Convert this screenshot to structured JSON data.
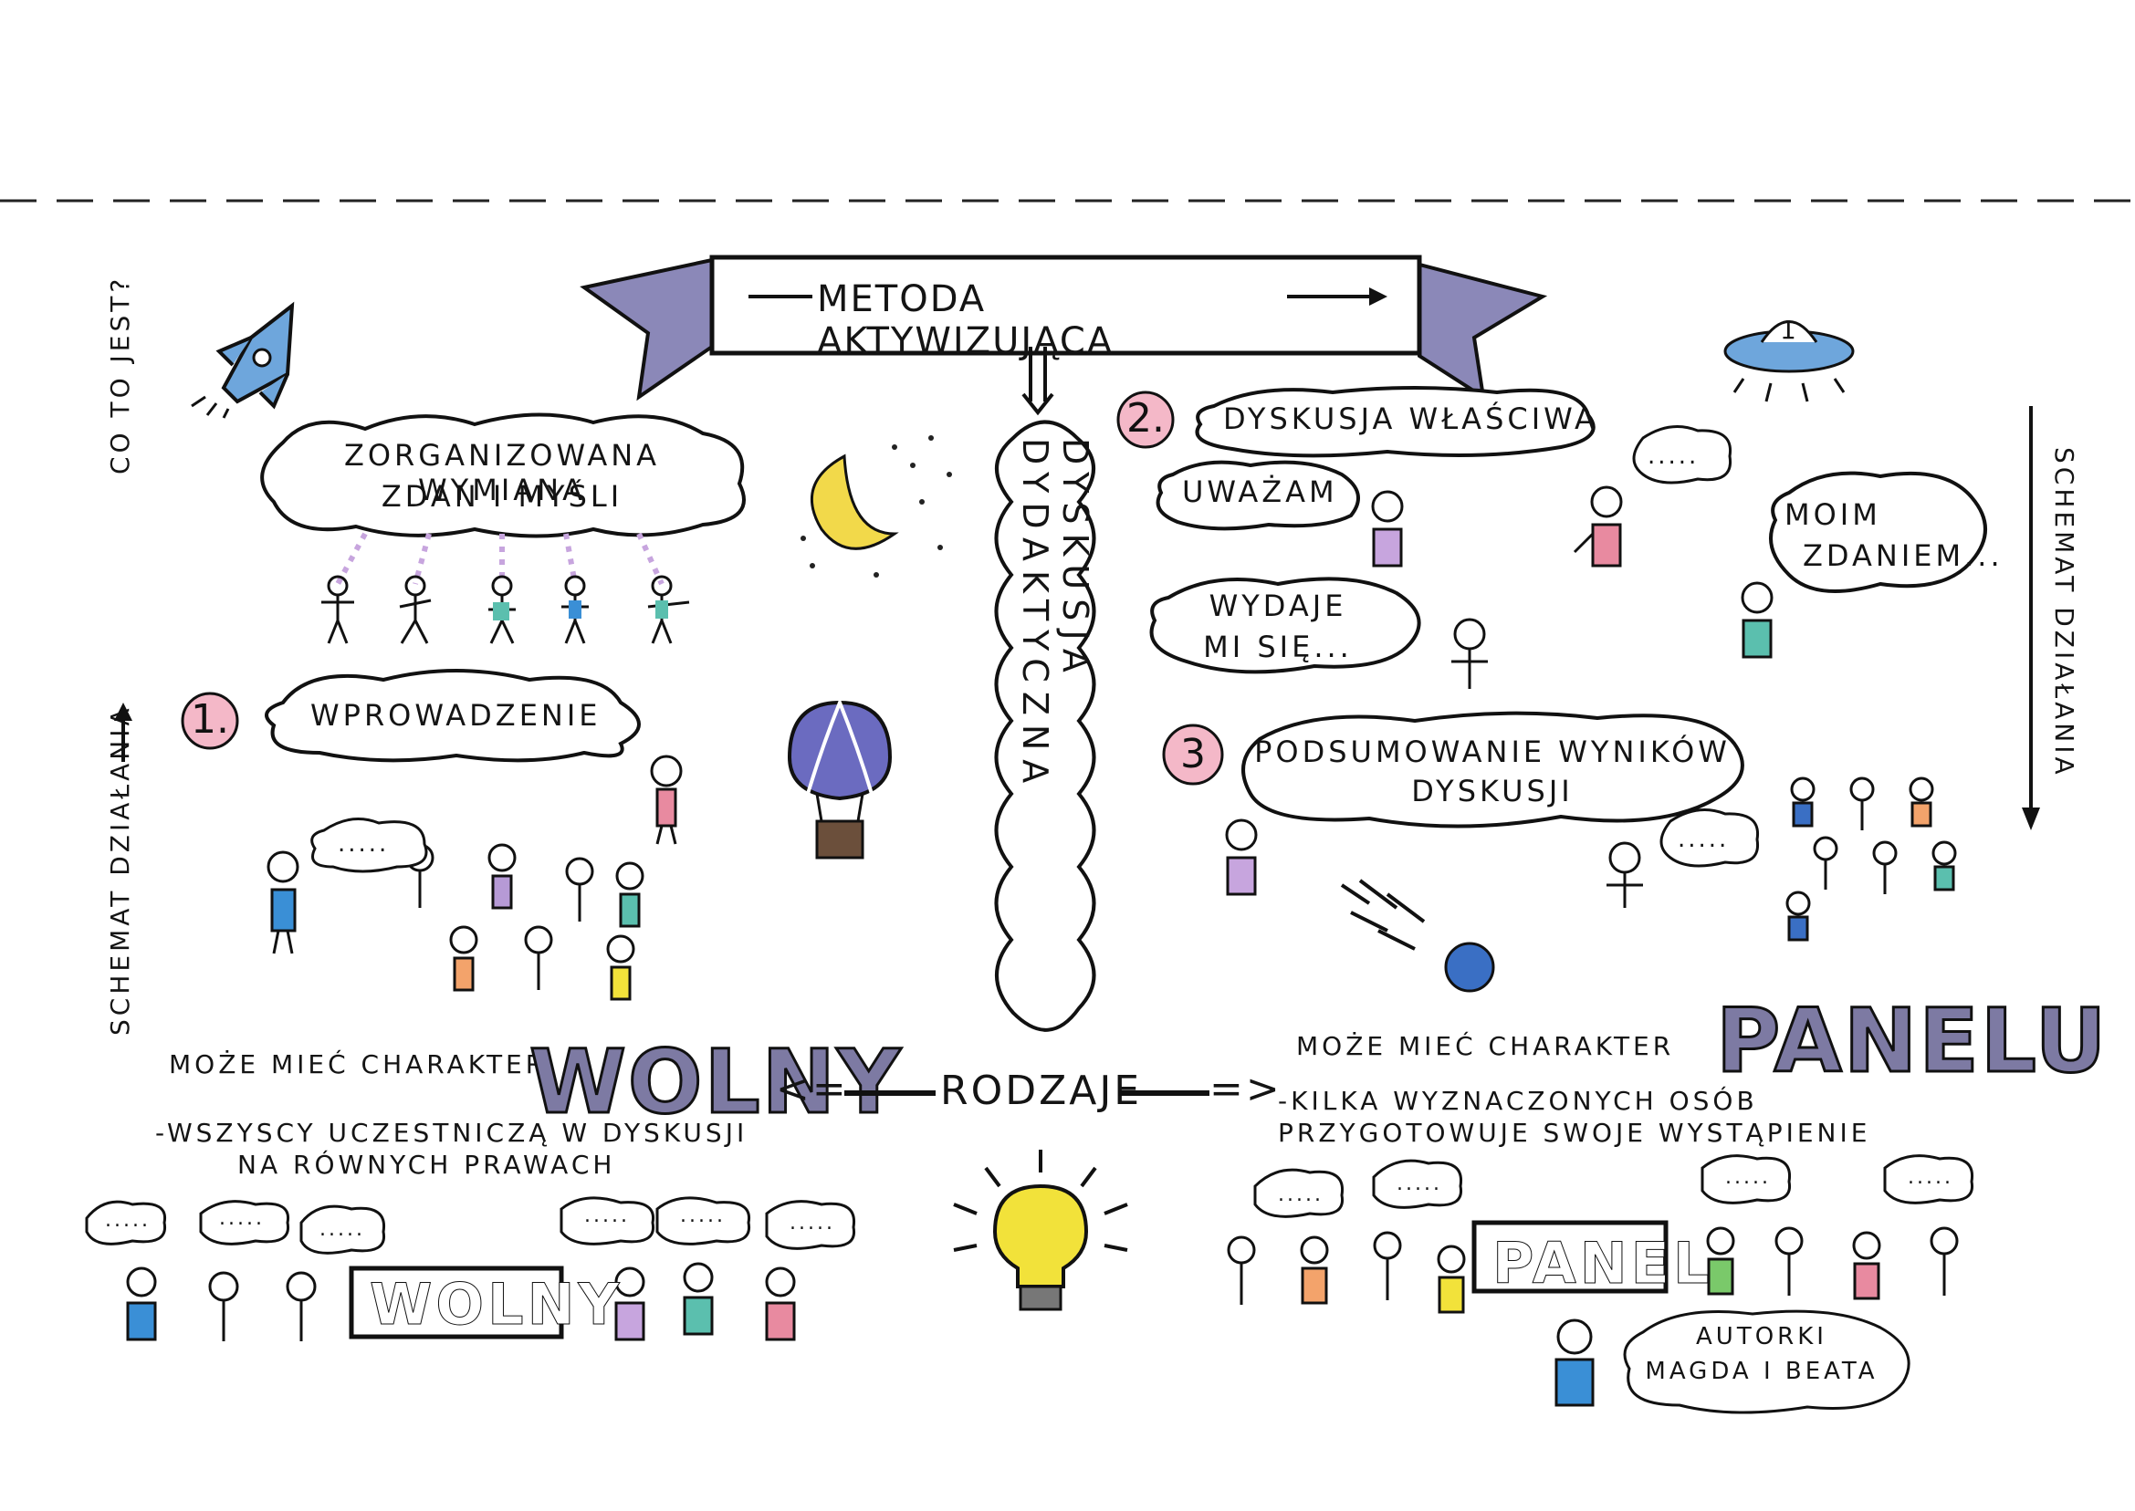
{
  "title": "METODA AKTYWIZUJĄCA",
  "main_topic": "DYSKUSJA DYDAKTYCZNA",
  "what_is_it": {
    "label": "CO TO JEST?",
    "definition_line1": "ZORGANIZOWANA WYMIANA",
    "definition_line2": "ZDAŃ I MYŚLI"
  },
  "scheme_label": "SCHEMAT DZIAŁANIA",
  "steps": [
    {
      "number": "1.",
      "label": "WPROWADZENIE"
    },
    {
      "number": "2.",
      "label": "DYSKUSJA WŁAŚCIWA"
    },
    {
      "number": "3",
      "label_line1": "PODSUMOWANIE WYNIKÓW",
      "label_line2": "DYSKUSJI"
    }
  ],
  "speech_bubbles": {
    "dots": ".....",
    "uwazam": "UWAŻAM",
    "wydaje_line1": "WYDAJE",
    "wydaje_line2": "MI SIĘ...",
    "moim_line1": "MOIM",
    "moim_line2": "ZDANIEM..."
  },
  "types": {
    "label": "RODZAJE",
    "left_arrow": "<=",
    "right_arrow": "=>",
    "left": {
      "intro": "MOŻE MIEĆ CHARAKTER",
      "name": "WOLNY",
      "desc_line1": "-WSZYSCY UCZESTNICZĄ W DYSKUSJI",
      "desc_line2": "NA RÓWNYCH PRAWACH",
      "box": "WOLNY"
    },
    "right": {
      "intro": "MOŻE MIEĆ CHARAKTER",
      "name": "PANELU",
      "desc_line1": "-KILKA WYZNACZONYCH OSÓB",
      "desc_line2": "PRZYGOTOWUJE SWOJE WYSTĄPIENIE",
      "box": "PANEL"
    }
  },
  "authors": {
    "line1": "AUTORKI",
    "line2": "MAGDA I BEATA"
  },
  "ufo_number": "1",
  "colors": {
    "ink": "#111111",
    "violet": "#7d7aa3",
    "pink": "#e88aa0",
    "blue": "#3a8fd6",
    "teal": "#5bbfae",
    "purple": "#b69ad6",
    "yellow": "#f2e23a",
    "orange": "#f3a36b",
    "green": "#7ac96a"
  }
}
